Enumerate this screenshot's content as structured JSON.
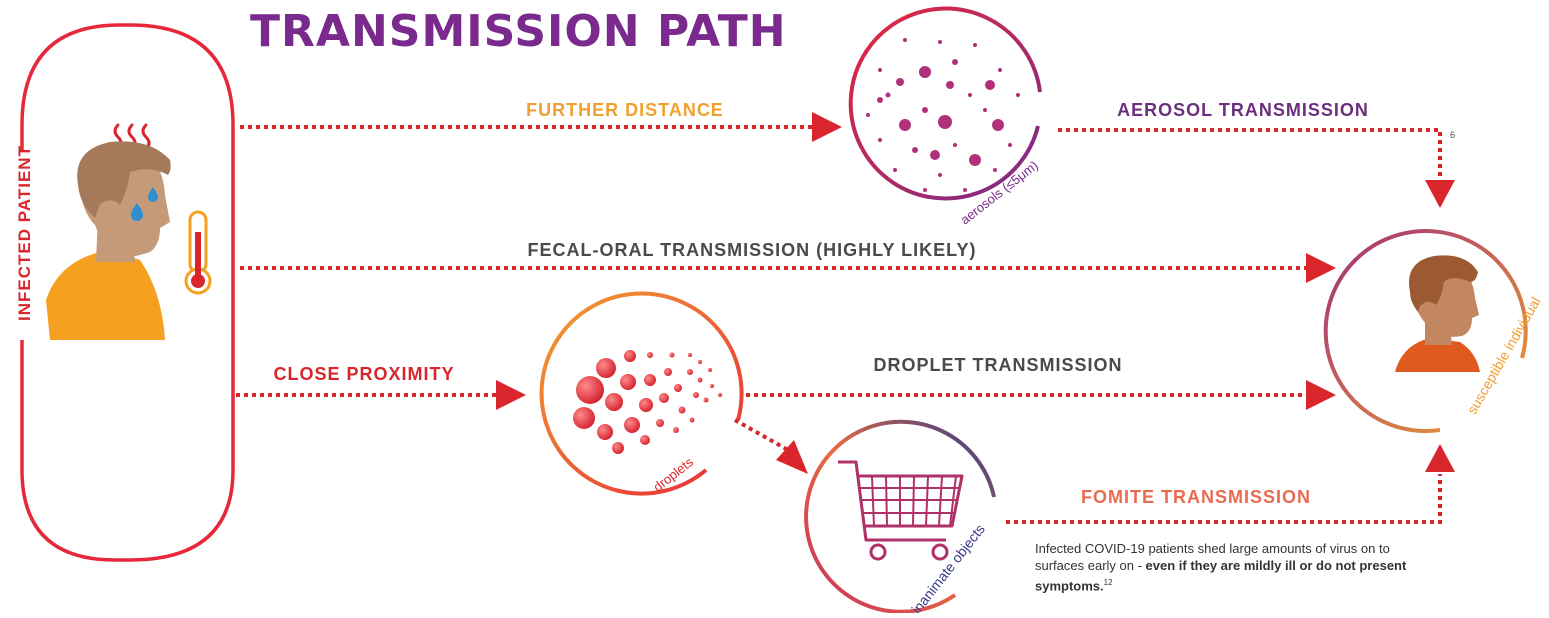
{
  "title": "TRANSMISSION PATH",
  "nodes": {
    "infected_patient": "INFECTED PATIENT",
    "aerosols": "aerosols (≤5μm)",
    "droplets": "droplets",
    "inanimate_objects": "inanimate objects",
    "susceptible_individual": "susceptible individual"
  },
  "edges": {
    "further_distance": "FURTHER DISTANCE",
    "aerosol_transmission": "AEROSOL TRANSMISSION",
    "aerosol_ref": "6",
    "fecal_oral": "FECAL-ORAL TRANSMISSION (HIGHLY LIKELY)",
    "close_proximity": "CLOSE PROXIMITY",
    "droplet_transmission": "DROPLET TRANSMISSION",
    "fomite_transmission": "FOMITE TRANSMISSION"
  },
  "note": {
    "plain": "Infected COVID-19 patients shed large amounts of virus on to surfaces early on - ",
    "bold": "even if they are mildly ill or do not present symptoms.",
    "ref": "12"
  },
  "colors": {
    "title": "#7a2a8c",
    "dotted_line": "#d9262c",
    "further_distance": "#f0a030",
    "aerosol_label": "#6b2f7e",
    "gray_label": "#4a4a4a",
    "close_proximity": "#d9262c",
    "fomite_label": "#e86a50",
    "skin": "#c49a78",
    "hair": "#a57a5a",
    "shirt": "#f5a020",
    "susceptible_skin": "#c28760",
    "susceptible_hair": "#9c5a32",
    "susceptible_shirt": "#e05a20",
    "sweat": "#2f8fd0",
    "virus": "#b0307a",
    "cart": "#b03068"
  }
}
